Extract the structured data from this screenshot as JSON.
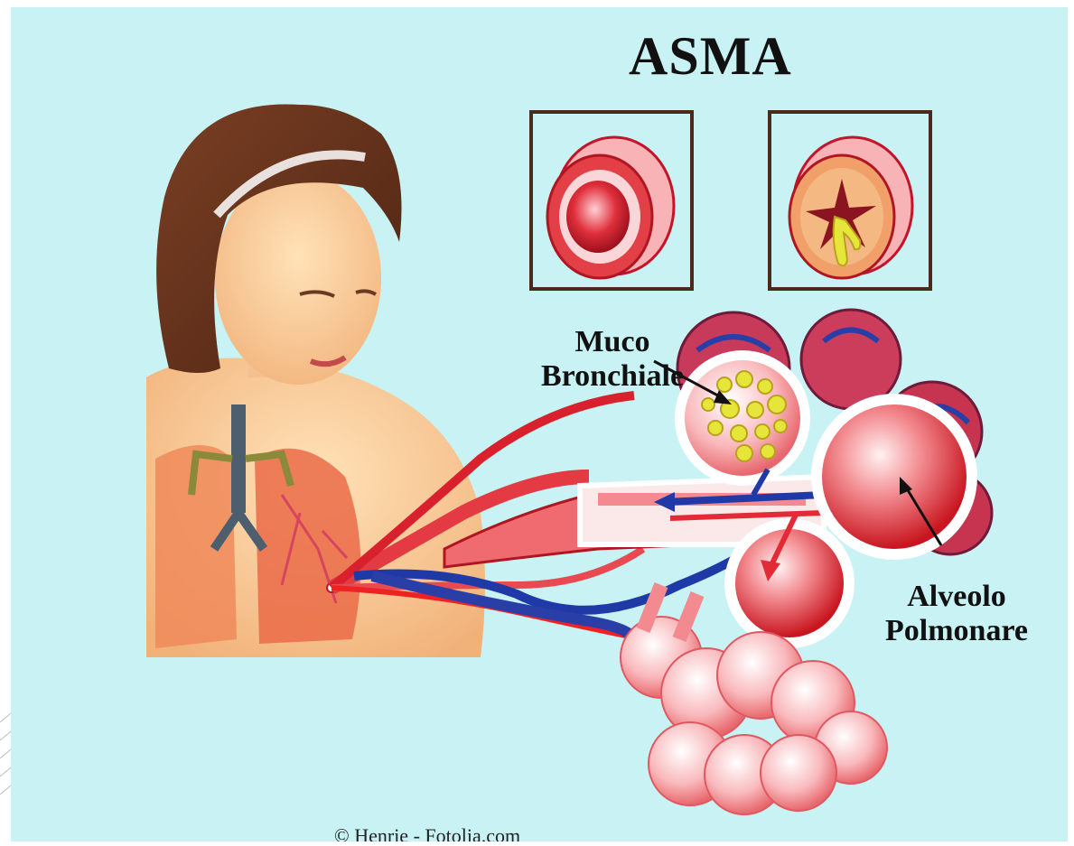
{
  "title": "ASMA",
  "labels": {
    "mucus_line1": "Muco",
    "mucus_line2": "Bronchiale",
    "alveolus_line1": "Alveolo",
    "alveolus_line2": "Polmonare"
  },
  "credit": "© Henrie - Fotolia.com",
  "colors": {
    "background": "#c8f2f3",
    "tissue": "#e4393f",
    "tissue_light": "#f7b3b5",
    "vein_blue": "#2a3ea8",
    "mucus_yellow": "#e6e63a",
    "frame": "#4a2a1a"
  }
}
